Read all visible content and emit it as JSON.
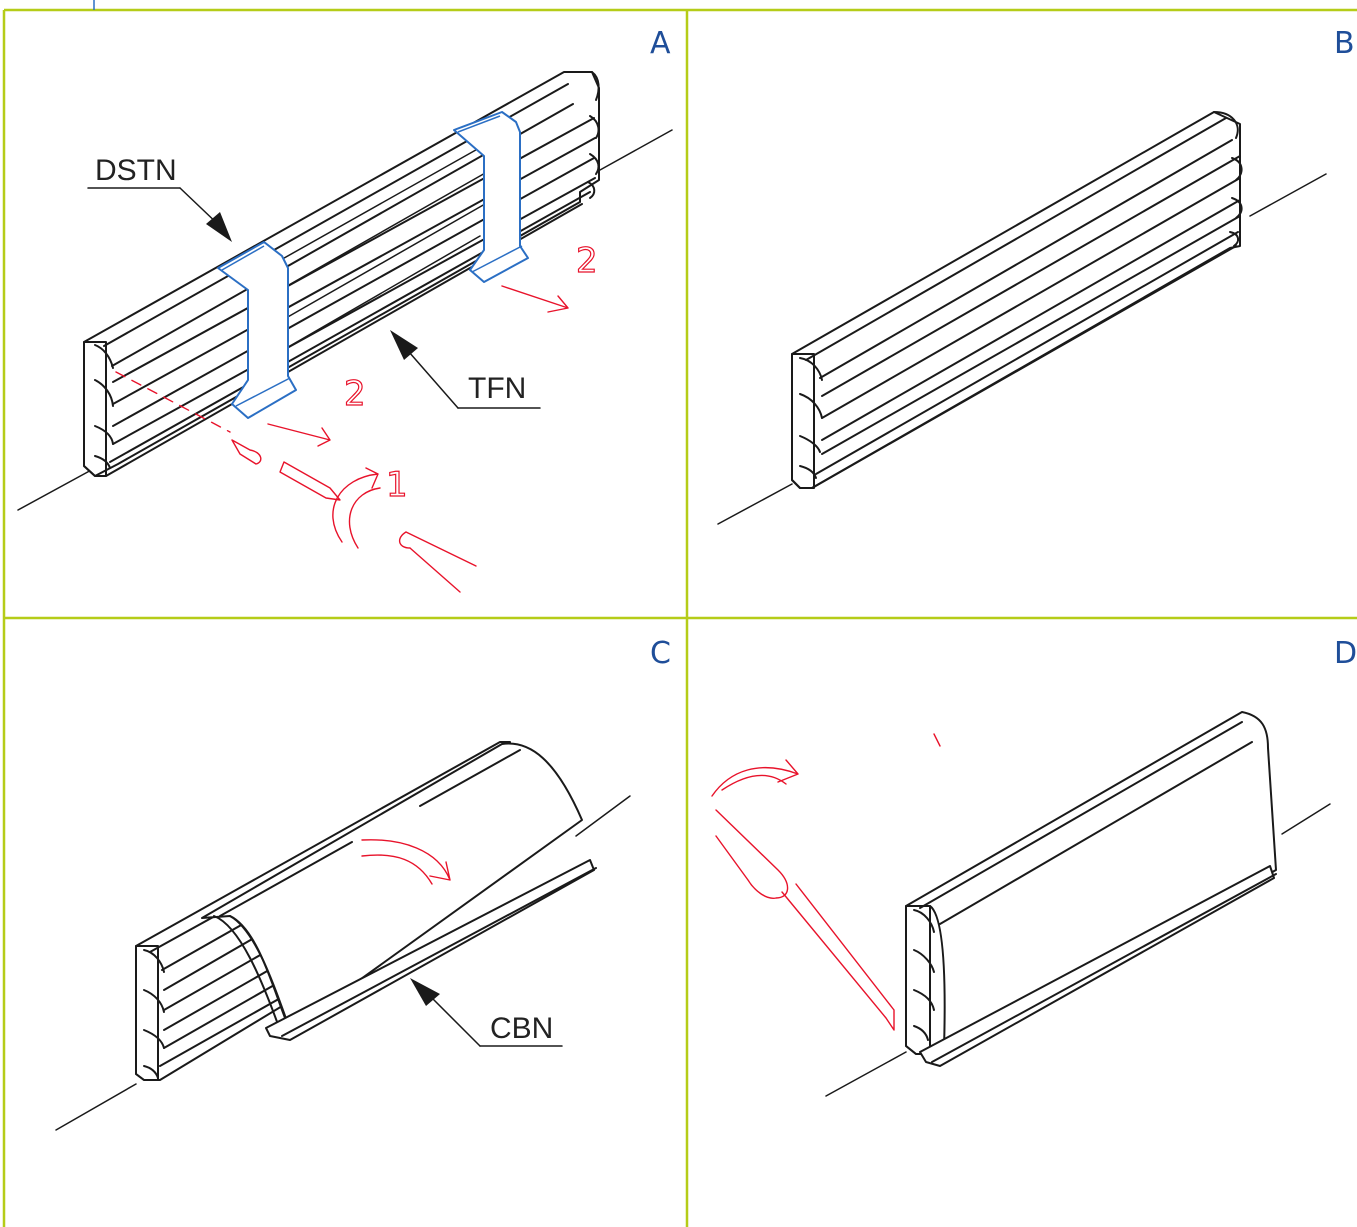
{
  "panels": {
    "a": {
      "letter": "A"
    },
    "b": {
      "letter": "B"
    },
    "c": {
      "letter": "C"
    },
    "d": {
      "letter": "D"
    }
  },
  "callouts": {
    "clip_part": "DSTN",
    "trunking_part": "TFN",
    "cover_part": "CBN"
  },
  "steps": {
    "release_step": "1",
    "remove_step": "2"
  },
  "colors": {
    "panel_border": "#b5cc18",
    "panel_letter": "#1f4e99",
    "clip_outline": "#2b6fc4",
    "action_arrows": "#e8132b",
    "drawing_ink": "#1a1a1a"
  }
}
